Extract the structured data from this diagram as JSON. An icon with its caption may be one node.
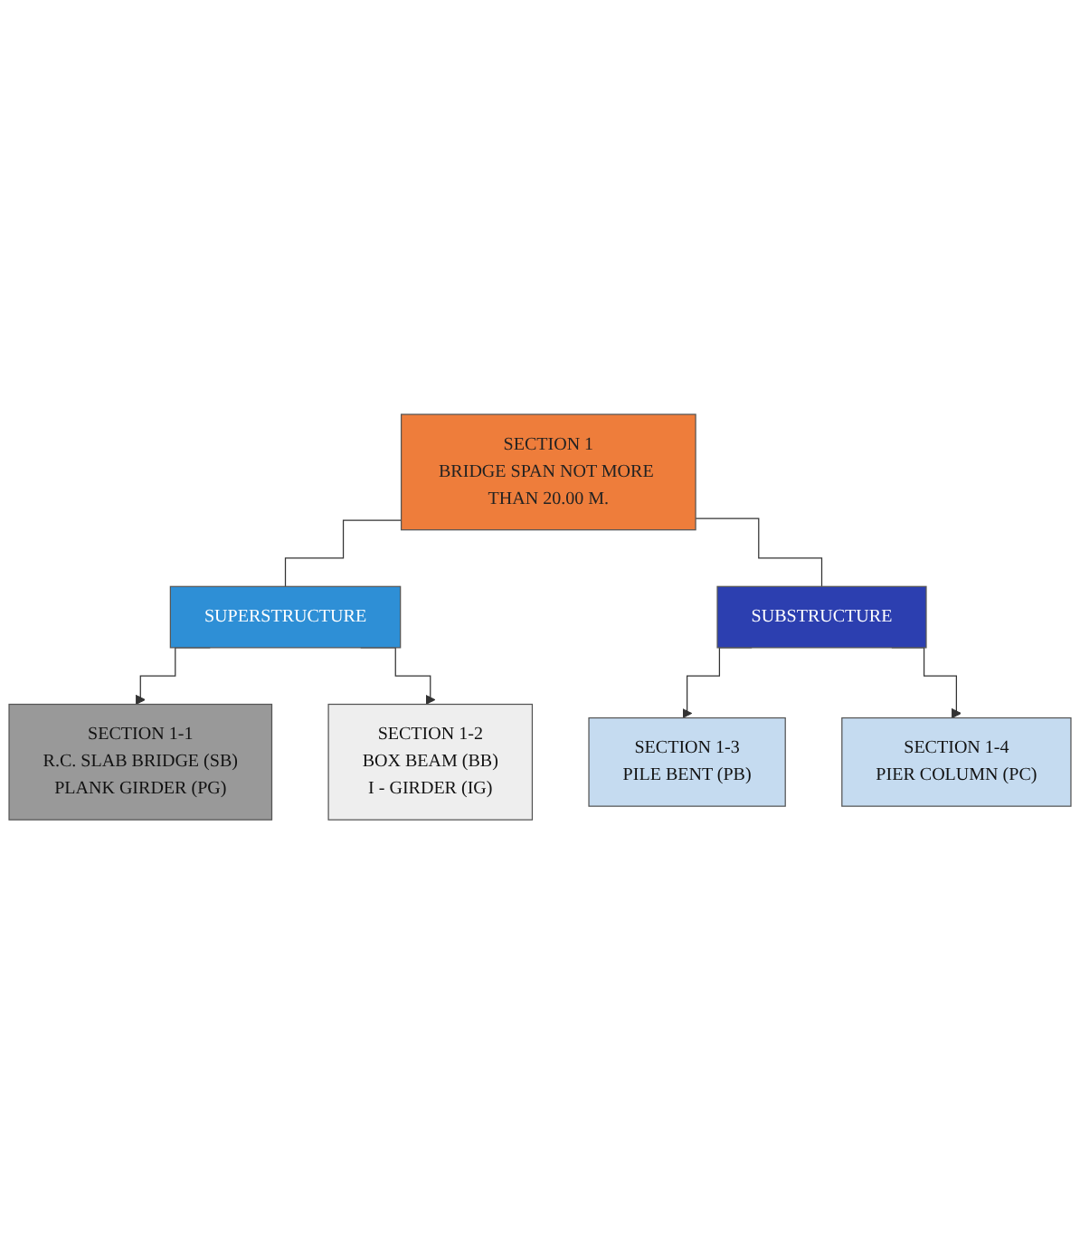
{
  "diagram": {
    "nodes": [
      {
        "text": [
          "SECTION 1",
          "BRIDGE SPAN NOT MORE THAN 20.00 M."
        ]
      },
      {
        "text": [
          "SUPERSTRUCTURE"
        ]
      },
      {
        "text": [
          "SUBSTRUCTURE"
        ]
      },
      {
        "text": [
          "SECTION 1-1",
          "R.C. SLAB BRIDGE (SB)",
          "PLANK GIRDER (PG)"
        ]
      },
      {
        "text": [
          "SECTION 1-3",
          "PILE BENT (PB)"
        ]
      },
      {
        "text": [
          "SECTION 1-2",
          "BOX BEAM (BB)",
          "I - GIRDER (IG)"
        ]
      },
      {
        "text": [
          "SECTION 1-4",
          "PIER COLUMN (PC)"
        ]
      }
    ],
    "edges": [
      {
        "from": 0,
        "to": 1,
        "arrow": "none"
      },
      {
        "from": 0,
        "to": 2,
        "arrow": "none"
      },
      {
        "from": 1,
        "to": 3,
        "arrow": "to"
      },
      {
        "from": 1,
        "to": 5,
        "arrow": "to"
      },
      {
        "from": 2,
        "to": 4,
        "arrow": "to"
      },
      {
        "from": 2,
        "to": 6,
        "arrow": "to"
      }
    ]
  }
}
